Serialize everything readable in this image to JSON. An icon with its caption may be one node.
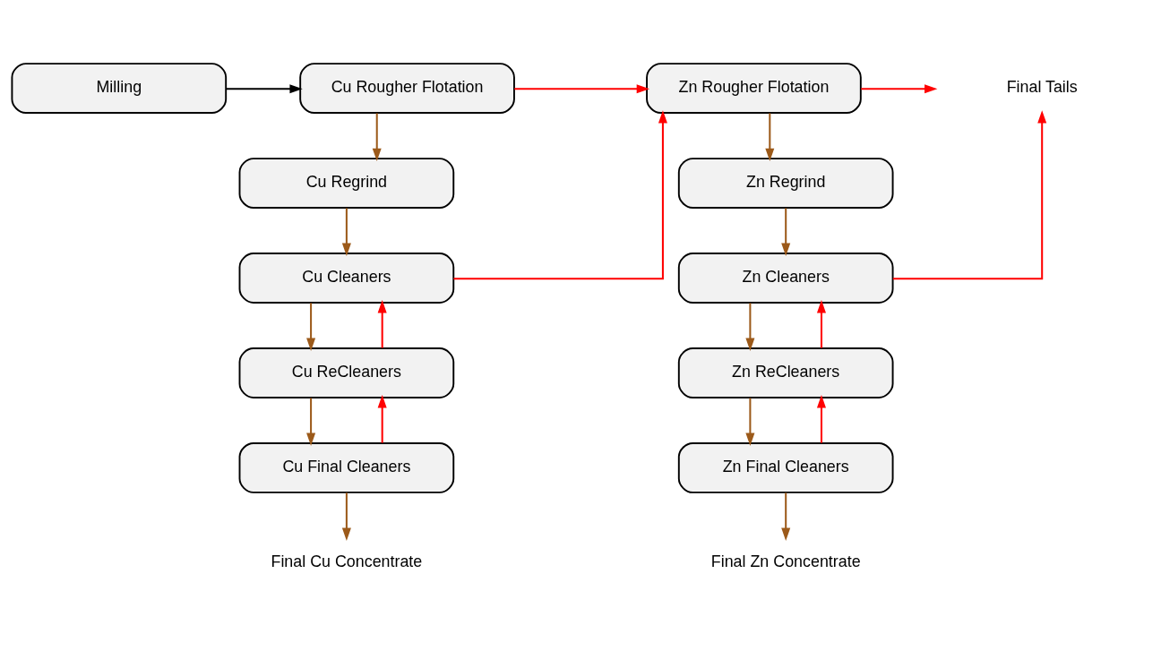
{
  "diagram": {
    "nodes": [
      {
        "text": [
          "Milling"
        ]
      },
      {
        "text": [
          "Cu Rougher Flotation"
        ]
      },
      {
        "text": [
          "Cu Regrind"
        ]
      },
      {
        "text": [
          "Cu Cleaners"
        ]
      },
      {
        "text": [
          "Cu ReCleaners"
        ]
      },
      {
        "text": [
          "Cu Final Cleaners"
        ]
      },
      {
        "text": [
          "Final Cu Concentrate"
        ]
      },
      {
        "text": [
          "Zn Rougher Flotation"
        ]
      },
      {
        "text": [
          "Zn Regrind"
        ]
      },
      {
        "text": [
          "Zn Cleaners"
        ]
      },
      {
        "text": [
          "Zn ReCleaners"
        ]
      },
      {
        "text": [
          "Zn Final Cleaners"
        ]
      },
      {
        "text": [
          "Final Zn Concentrate"
        ]
      },
      {
        "text": [
          "Final Tails"
        ]
      }
    ],
    "edges": [
      {
        "from": 0,
        "to": 1,
        "arrow": "to",
        "color": "#000000"
      },
      {
        "from": 1,
        "to": 2,
        "arrow": "to"
      },
      {
        "from": 2,
        "to": 3,
        "arrow": "to"
      },
      {
        "from": 3,
        "to": 4,
        "arrow": "to"
      },
      {
        "from": 4,
        "to": 5,
        "arrow": "to"
      },
      {
        "from": 5,
        "to": 6,
        "arrow": "to"
      },
      {
        "from": 1,
        "to": 7,
        "arrow": "to",
        "color": "#ff0000"
      },
      {
        "from": 3,
        "to": 7,
        "arrow": "to",
        "color": "#ff0000"
      },
      {
        "from": 4,
        "to": 3,
        "arrow": "to",
        "color": "#ff0000"
      },
      {
        "from": 5,
        "to": 4,
        "arrow": "to",
        "color": "#ff0000"
      },
      {
        "from": 7,
        "to": 8,
        "arrow": "to"
      },
      {
        "from": 8,
        "to": 9,
        "arrow": "to"
      },
      {
        "from": 9,
        "to": 10,
        "arrow": "to"
      },
      {
        "from": 10,
        "to": 11,
        "arrow": "to"
      },
      {
        "from": 11,
        "to": 12,
        "arrow": "to"
      },
      {
        "from": 7,
        "to": 13,
        "arrow": "to",
        "color": "#ff0000"
      },
      {
        "from": 9,
        "to": 13,
        "arrow": "to",
        "color": "#ff0000"
      },
      {
        "from": 10,
        "to": 9,
        "arrow": "to",
        "color": "#ff0000"
      },
      {
        "from": 11,
        "to": 10,
        "arrow": "to",
        "color": "#ff0000"
      }
    ]
  }
}
